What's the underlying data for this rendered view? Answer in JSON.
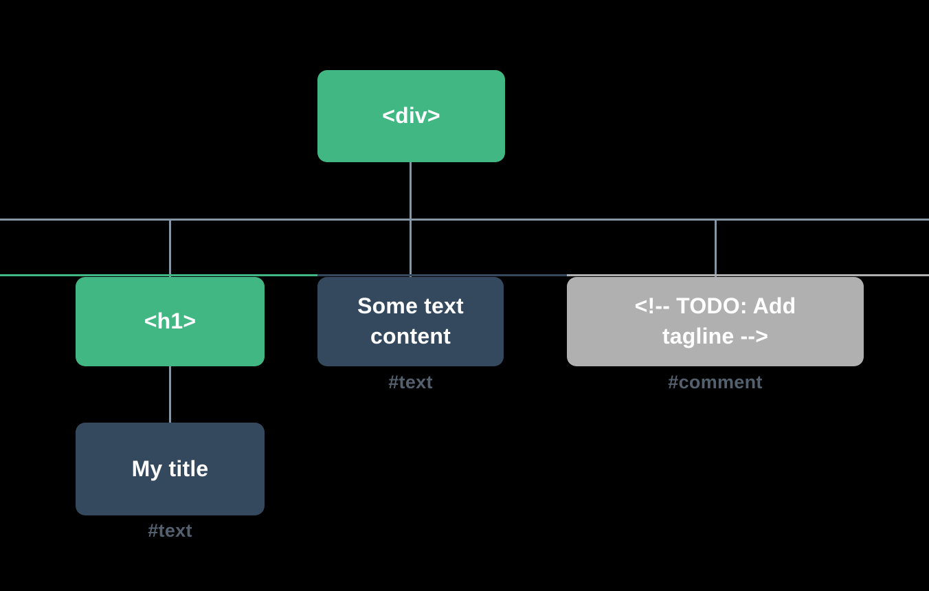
{
  "diagram": {
    "title": "DOM tree diagram",
    "background_color": "#000000",
    "palette": {
      "element_node": "#41b883",
      "text_node": "#35495e",
      "comment_node": "#b0b0b0",
      "connector": "#8796a5",
      "caption": "#55606e",
      "node_text": "#ffffff"
    },
    "nodes": {
      "root": {
        "label": "<div>",
        "type": "element",
        "caption": ""
      },
      "h1": {
        "label": "<h1>",
        "type": "element",
        "caption": ""
      },
      "some_text": {
        "label": "Some text\ncontent",
        "type": "text",
        "caption": "#text"
      },
      "comment": {
        "label": "<!-- TODO: Add\ntagline  -->",
        "type": "comment",
        "caption": "#comment"
      },
      "my_title": {
        "label": "My title",
        "type": "text",
        "caption": "#text"
      }
    }
  }
}
